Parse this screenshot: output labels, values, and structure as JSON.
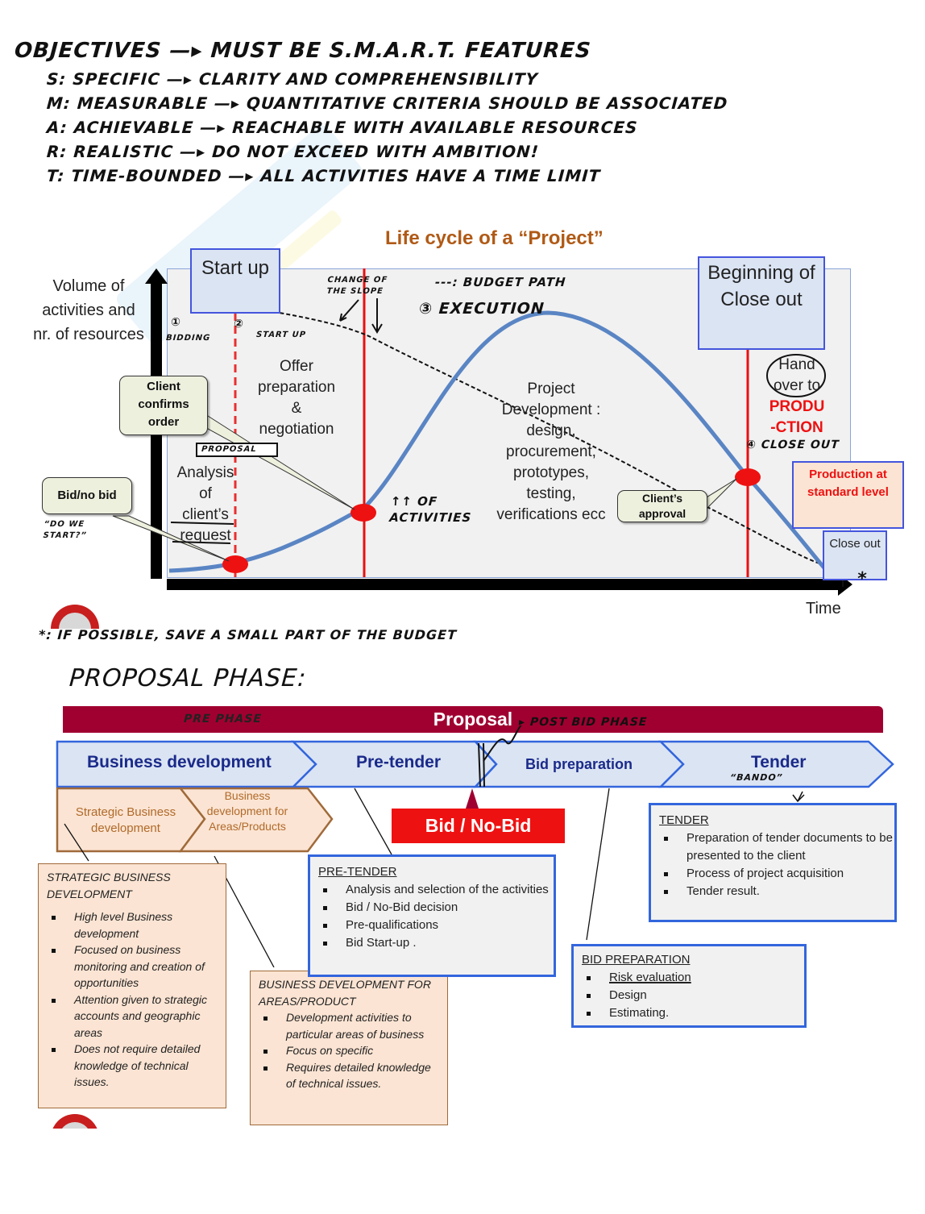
{
  "notes": {
    "title": "Objectives —▸ must be S.M.A.R.T.   features",
    "lines": [
      {
        "letter": "S",
        "text": "S: specific —▸ clarity and comprehensibility"
      },
      {
        "letter": "M",
        "text": "M: measurable —▸ quantitative criteria should be associated"
      },
      {
        "letter": "A",
        "text": "A: achievable —▸ reachable with available resources"
      },
      {
        "letter": "R",
        "text": "R: realistic —▸ do not exceed with ambition!"
      },
      {
        "letter": "T",
        "text": "T: time-bounded —▸ all activities have a time limit"
      }
    ]
  },
  "lifecycle": {
    "title": "Life cycle of a “Project”",
    "y_axis_label": "Volume of activities and nr. of resources",
    "x_axis_label": "Time",
    "start_up_box": "Start up",
    "close_begin_box": "Beginning of Close out",
    "close_out_box": "Close out",
    "production_box": "Production at standard level",
    "analysis_text": [
      "Analysis",
      "of",
      "client’s",
      "request"
    ],
    "offer_text": [
      "Offer",
      "preparation",
      "&",
      "negotiation"
    ],
    "development_text": [
      "Project",
      "Development :",
      "design,",
      "procurement,",
      "prototypes,",
      "testing,",
      "verifications   ecc"
    ],
    "handover_text": [
      "Hand",
      "over to"
    ],
    "production_red": [
      "PRODU",
      "-CTION"
    ],
    "callouts": {
      "bid_no_bid": "Bid/no bid",
      "client_confirms": [
        "Client",
        "confirms",
        "order"
      ],
      "client_approval": [
        "Client’s",
        "approval"
      ]
    },
    "annotations": {
      "bidding_num": "①",
      "bidding": "bidding",
      "startup_num": "②",
      "startup": "start up",
      "change_slope": [
        "change of",
        "the slope"
      ],
      "budget_path": "---: budget path",
      "execution": "③ execution",
      "close_out": "④ close out",
      "proposal": "proposal",
      "more_activities": [
        "↑↑ of",
        "activities"
      ],
      "do_we_start": [
        "“do we",
        "start?”"
      ],
      "asterisk": "*"
    },
    "footnote": "*: if possible, save a small part of the budget"
  },
  "proposal_phase": {
    "heading": "Proposal phase:",
    "banner": "Proposal",
    "pre_phase_note": "pre phase",
    "post_bid_note": "▸ post bid phase",
    "bando_note": "“bando”",
    "chevrons": [
      {
        "label": "Business development"
      },
      {
        "label": "Pre-tender"
      },
      {
        "label": "Bid preparation"
      },
      {
        "label": "Tender"
      }
    ],
    "sub_chevrons": [
      {
        "label": "Strategic Business development"
      },
      {
        "label": "Business development for Areas/Products"
      }
    ],
    "bid_no_bid": "Bid / No-Bid",
    "strategic_box": {
      "title": "STRATEGIC BUSINESS DEVELOPMENT",
      "items": [
        "High level Business development",
        "Focused on business monitoring and creation of opportunities",
        "Attention given to strategic accounts and geographic areas",
        "Does not require detailed knowledge of technical issues."
      ]
    },
    "areas_box": {
      "title": "BUSINESS DEVELOPMENT FOR AREAS/PRODUCT",
      "items": [
        "Development activities to particular areas of business",
        "Focus on specific",
        "Requires detailed knowledge of technical issues."
      ]
    },
    "pretender_box": {
      "title": "PRE-TENDER",
      "items": [
        "Analysis and selection of the activities",
        "Bid / No-Bid decision",
        "Pre-qualifications",
        "Bid Start-up ."
      ]
    },
    "bidprep_box": {
      "title": "BID PREPARATION",
      "items": [
        "Risk evaluation",
        "Design",
        "Estimating."
      ]
    },
    "tender_box": {
      "title": "TENDER",
      "items": [
        "Preparation of tender documents to be  presented to the client",
        "Process of project acquisition",
        "Tender result."
      ]
    }
  },
  "colors": {
    "banner": "#a00030",
    "chevron_fill": "#dbe4f3",
    "chevron_border": "#3366dd",
    "orange_fill": "#fbe4d3",
    "red": "#ee1111",
    "curve": "#5a85c4",
    "title_orange": "#b05a16"
  }
}
